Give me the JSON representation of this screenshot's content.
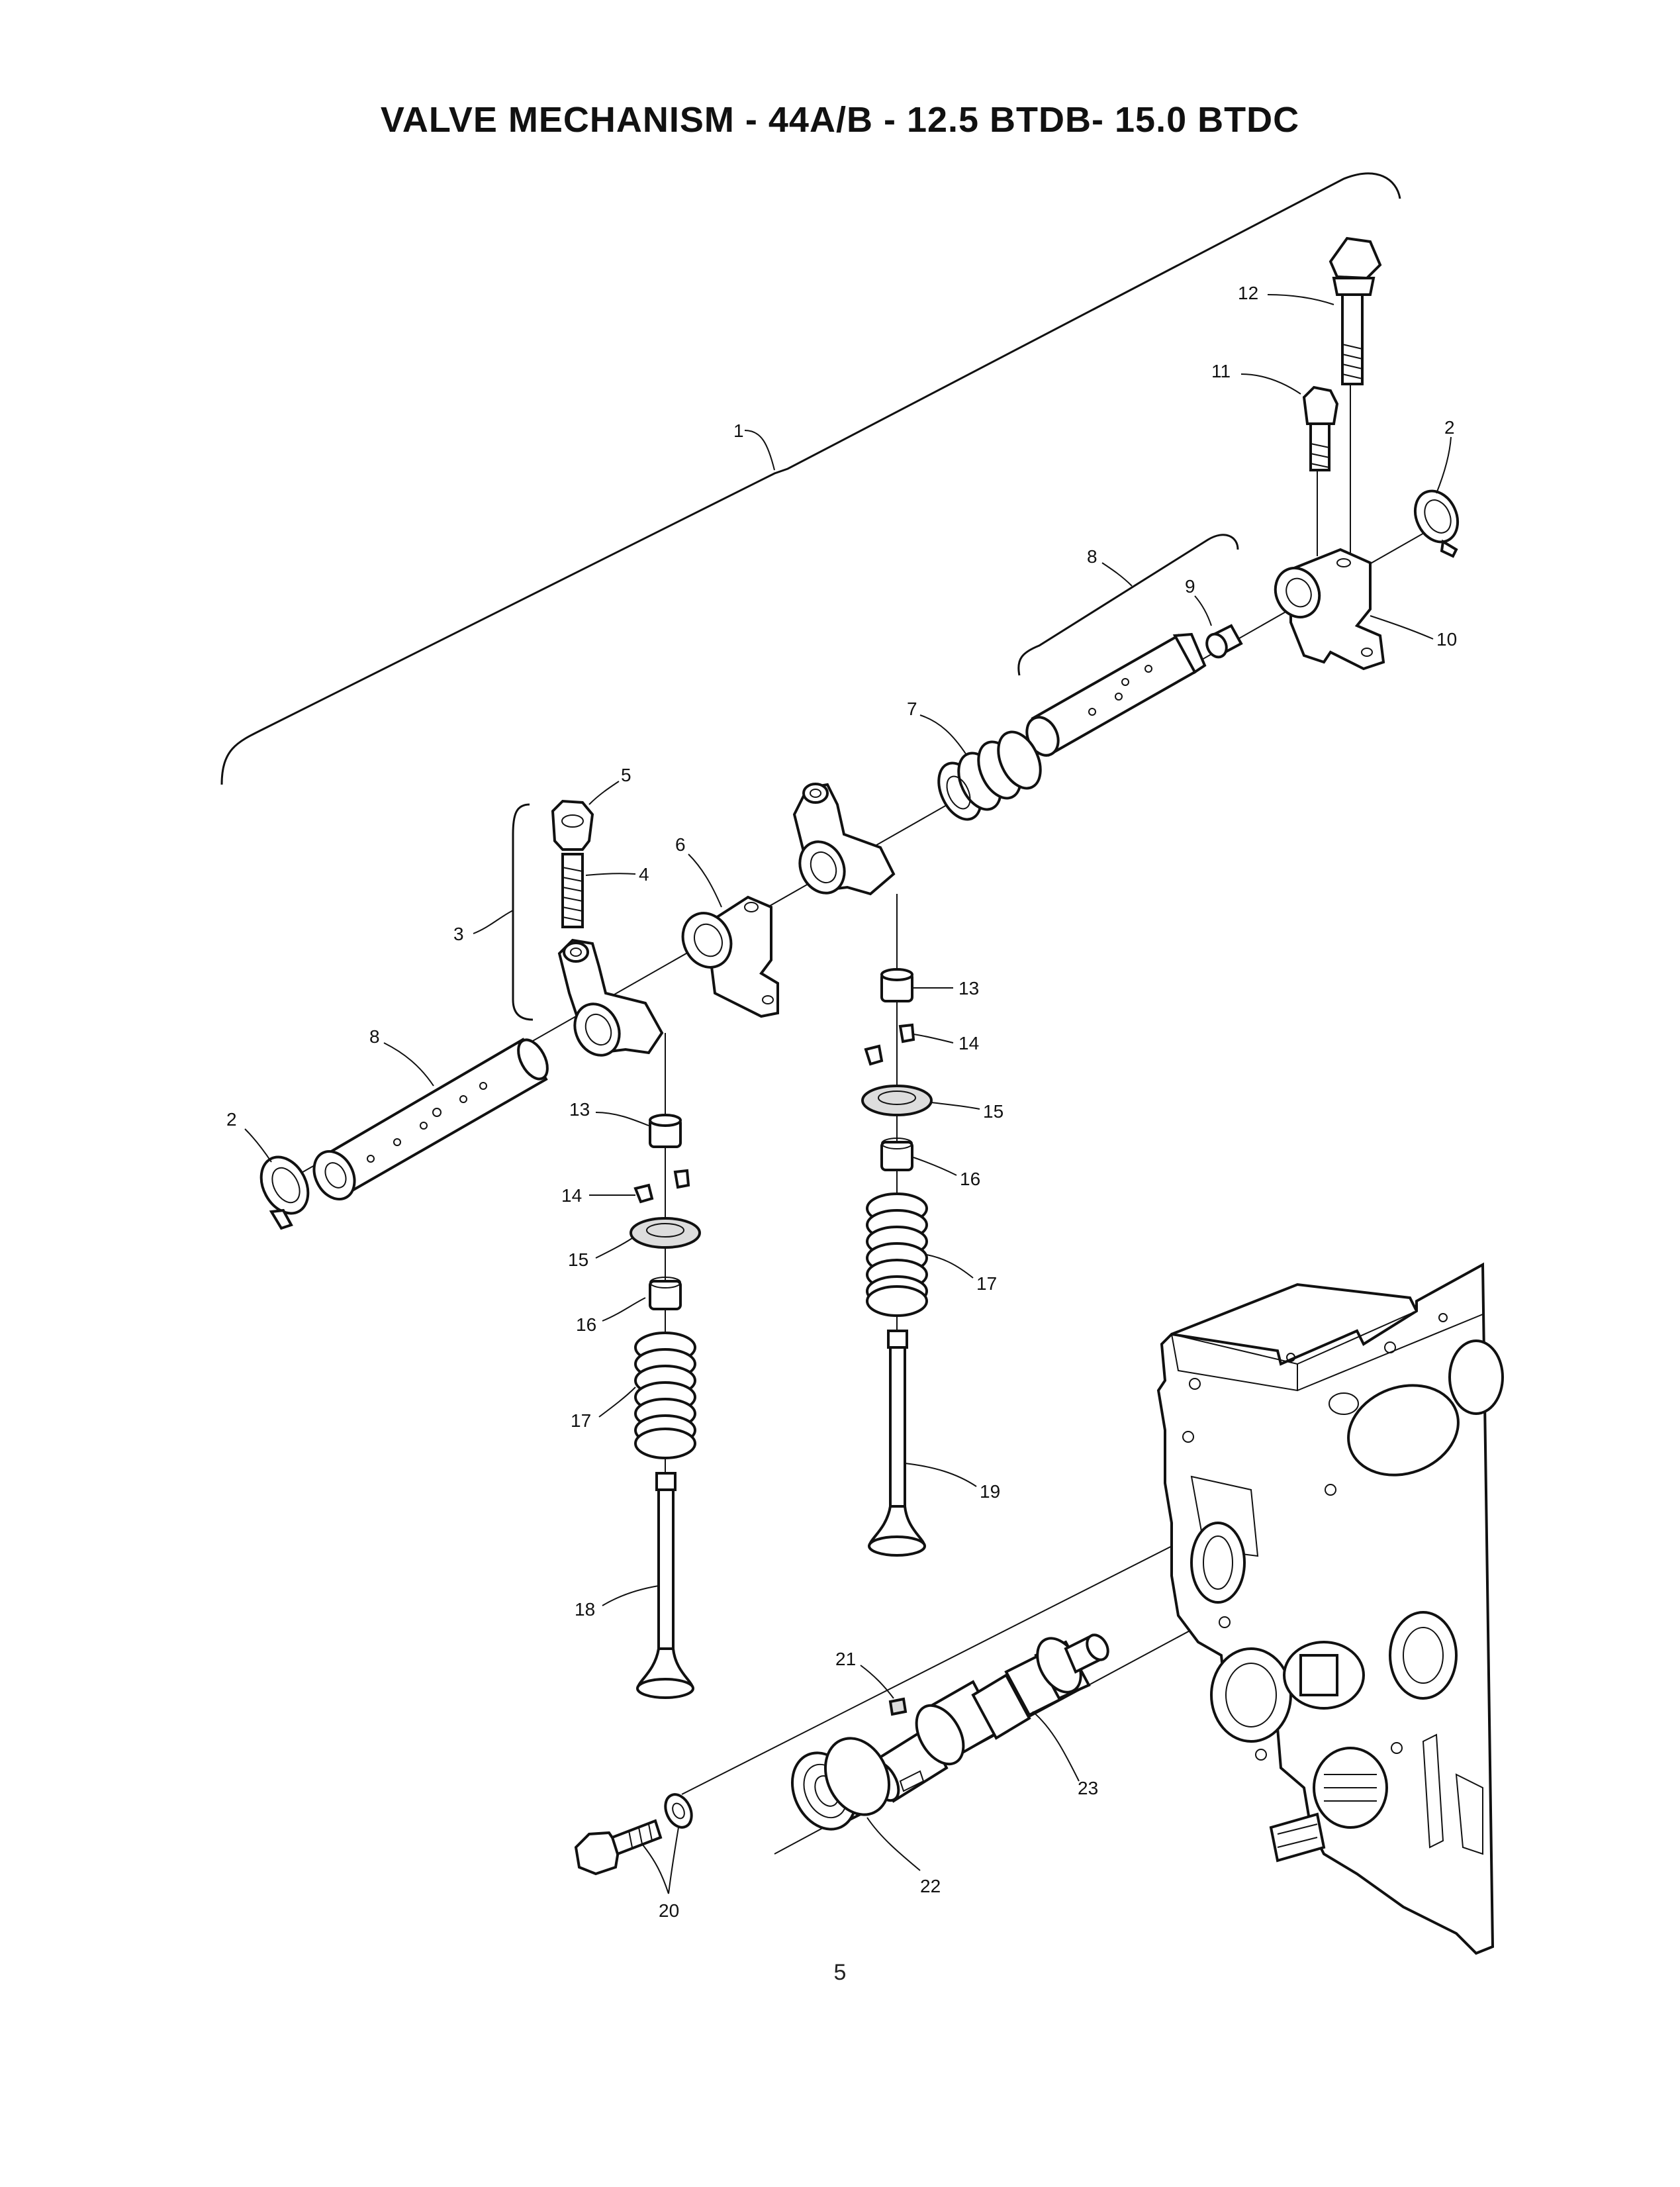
{
  "title": "VALVE MECHANISM - 44A/B - 12.5 BTDB- 15.0 BTDC",
  "page_number": "5",
  "callouts": [
    {
      "id": "c1",
      "text": "1"
    },
    {
      "id": "c2a",
      "text": "2"
    },
    {
      "id": "c2b",
      "text": "2"
    },
    {
      "id": "c3",
      "text": "3"
    },
    {
      "id": "c4",
      "text": "4"
    },
    {
      "id": "c5",
      "text": "5"
    },
    {
      "id": "c6",
      "text": "6"
    },
    {
      "id": "c7",
      "text": "7"
    },
    {
      "id": "c8a",
      "text": "8"
    },
    {
      "id": "c8b",
      "text": "8"
    },
    {
      "id": "c9",
      "text": "9"
    },
    {
      "id": "c10",
      "text": "10"
    },
    {
      "id": "c11",
      "text": "11"
    },
    {
      "id": "c12",
      "text": "12"
    },
    {
      "id": "c13a",
      "text": "13"
    },
    {
      "id": "c13b",
      "text": "13"
    },
    {
      "id": "c14a",
      "text": "14"
    },
    {
      "id": "c14b",
      "text": "14"
    },
    {
      "id": "c15a",
      "text": "15"
    },
    {
      "id": "c15b",
      "text": "15"
    },
    {
      "id": "c16a",
      "text": "16"
    },
    {
      "id": "c16b",
      "text": "16"
    },
    {
      "id": "c17a",
      "text": "17"
    },
    {
      "id": "c17b",
      "text": "17"
    },
    {
      "id": "c18",
      "text": "18"
    },
    {
      "id": "c19",
      "text": "19"
    },
    {
      "id": "c20",
      "text": "20"
    },
    {
      "id": "c21",
      "text": "21"
    },
    {
      "id": "c22",
      "text": "22"
    },
    {
      "id": "c23",
      "text": "23"
    }
  ]
}
